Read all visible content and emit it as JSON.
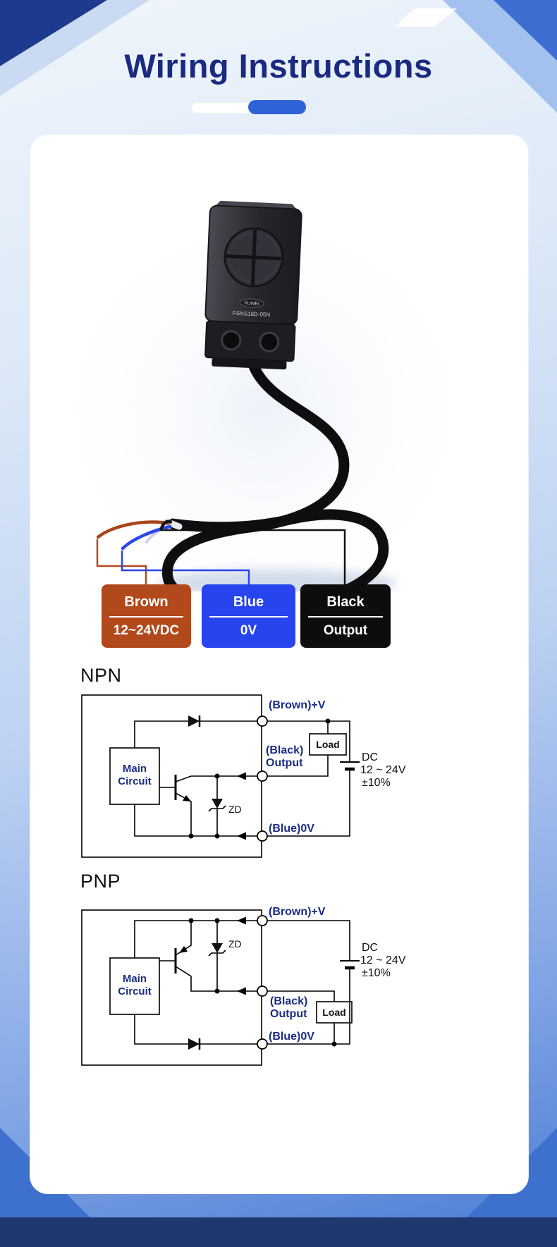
{
  "title": "Wiring Instructions",
  "product": {
    "brand": "FUWEI",
    "model": "FSNS18D-05N"
  },
  "wire_labels": [
    {
      "name": "Brown",
      "value": "12~24VDC",
      "color": "#b2491c"
    },
    {
      "name": "Blue",
      "value": "0V",
      "color": "#2744ee"
    },
    {
      "name": "Black",
      "value": "Output",
      "color": "#0d0d0d"
    }
  ],
  "npn": {
    "heading": "NPN",
    "main_circuit_line1": "Main",
    "main_circuit_line2": "Circuit",
    "zener_label": "ZD",
    "terminal_top": "(Brown)+V",
    "terminal_mid_line1": "(Black)",
    "terminal_mid_line2": "Output",
    "terminal_bottom": "(Blue)0V",
    "load_label": "Load",
    "supply_line1": "DC",
    "supply_line2": "12 ~ 24V",
    "supply_line3": "±10%"
  },
  "pnp": {
    "heading": "PNP",
    "main_circuit_line1": "Main",
    "main_circuit_line2": "Circuit",
    "zener_label": "ZD",
    "terminal_top": "(Brown)+V",
    "terminal_mid_line1": "(Black)",
    "terminal_mid_line2": "Output",
    "terminal_bottom": "(Blue)0V",
    "load_label": "Load",
    "supply_line1": "DC",
    "supply_line2": "12 ~ 24V",
    "supply_line3": "±10%"
  },
  "colors": {
    "accent_navy": "#1a2a80",
    "background_blue": "#4b7bd3",
    "card_background": "#ffffff"
  }
}
